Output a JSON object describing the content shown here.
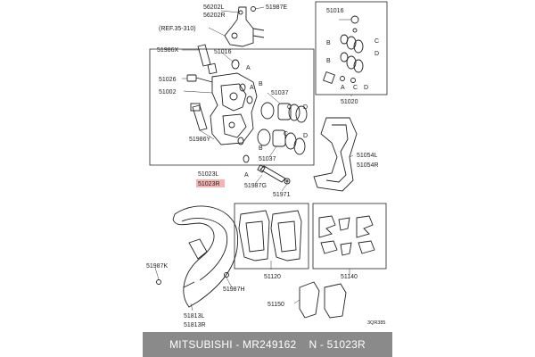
{
  "labels": {
    "p56202l": "56202L",
    "p56202r": "56202R",
    "p51987e": "51987E",
    "ref": "(REF.35-310)",
    "p51986x": "51986X",
    "p51016a": "51016",
    "p51026": "51026",
    "p51002": "51002",
    "p51037a": "51037",
    "p51986y": "51986Y",
    "p51037b": "51037",
    "p51023l": "51023L",
    "p51023r": "51023R",
    "p51987g": "51987G",
    "p51971": "51971",
    "p51016b": "51016",
    "p51020": "51020",
    "p51054l": "51054L",
    "p51054r": "51054R",
    "p51987k": "51987K",
    "p51987h": "51987H",
    "p51813l": "51813L",
    "p51813r": "51813R",
    "p51120": "51120",
    "p51140": "51140",
    "p51150": "51150",
    "code": "3QR385"
  },
  "letters": {
    "a": "A",
    "b": "B",
    "c": "C",
    "d": "D"
  },
  "footer": {
    "brand": "MITSUBISHI",
    "sep1": " - ",
    "part_number": "MR249162",
    "sep2": "    N - ",
    "oem_number": "51023R"
  },
  "colors": {
    "highlight": "#f4b4b4",
    "footer_bg": "#8a8a8a",
    "line": "#222222"
  }
}
